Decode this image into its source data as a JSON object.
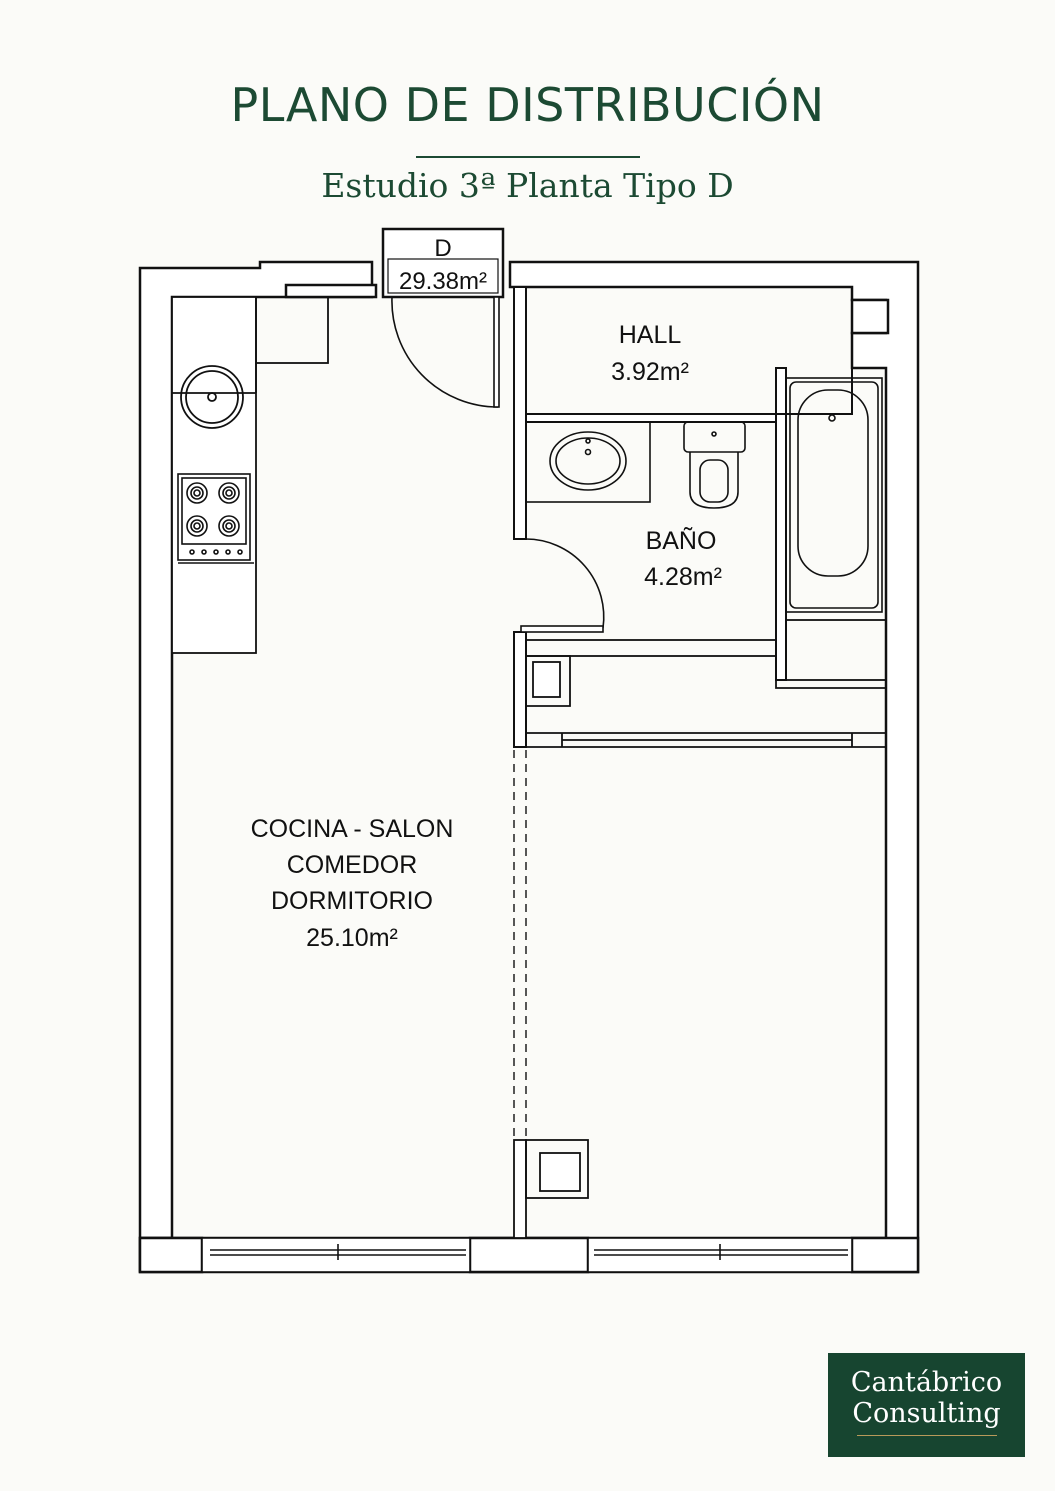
{
  "header": {
    "title": "PLANO DE DISTRIBUCIÓN",
    "subtitle": "Estudio 3ª Planta Tipo D"
  },
  "plan": {
    "unit_letter": "D",
    "unit_area": "29.38m²",
    "rooms": {
      "hall": {
        "name": "HALL",
        "area": "3.92m²"
      },
      "bano": {
        "name": "BAÑO",
        "area": "4.28m²"
      },
      "main": {
        "name_line1": "COCINA - SALON",
        "name_line2": "COMEDOR",
        "name_line3": "DORMITORIO",
        "area": "25.10m²"
      }
    }
  },
  "logo": {
    "line1": "Cantábrico",
    "line2": "Consulting"
  },
  "colors": {
    "brand": "#1c4a33",
    "logo_bg": "#174530",
    "wall_fill": "#ffffff",
    "line": "#111111"
  }
}
